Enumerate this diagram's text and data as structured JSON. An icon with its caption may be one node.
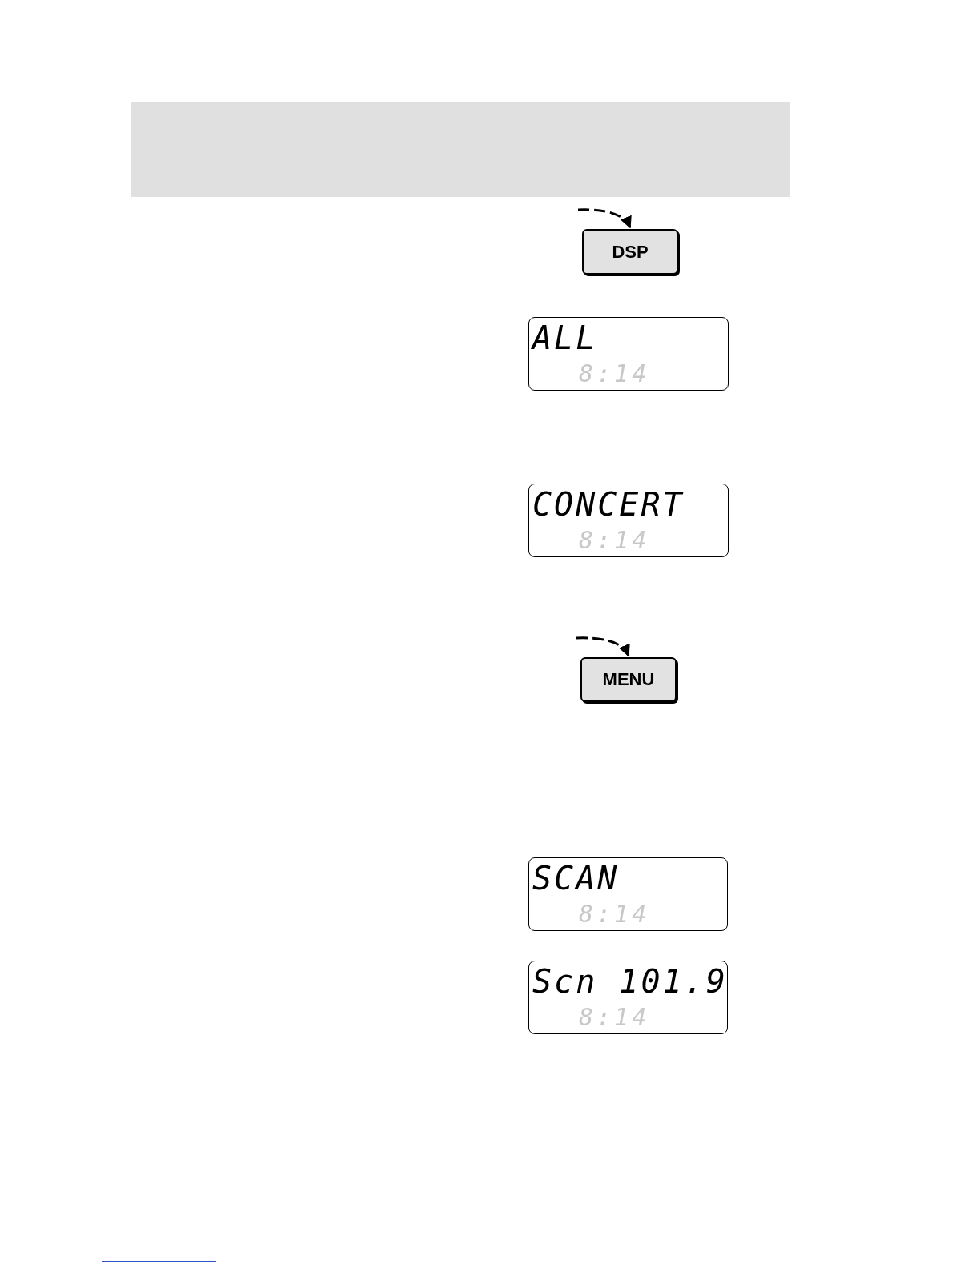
{
  "diagram": {
    "nodes": [
      {
        "text": [
          "DSP"
        ]
      },
      {
        "text": [
          "ALL",
          "8:14"
        ]
      },
      {
        "text": [
          "CONCERT",
          "8:14"
        ]
      },
      {
        "text": [
          "MENU"
        ]
      },
      {
        "text": [
          "SCAN",
          "8:14"
        ]
      },
      {
        "text": [
          "Scn 101.9",
          "8:14"
        ]
      }
    ],
    "edges": [
      {
        "from": null,
        "to": 0,
        "arrow": "to",
        "style": "dashed"
      },
      {
        "from": null,
        "to": 3,
        "arrow": "to",
        "style": "dashed"
      }
    ]
  }
}
